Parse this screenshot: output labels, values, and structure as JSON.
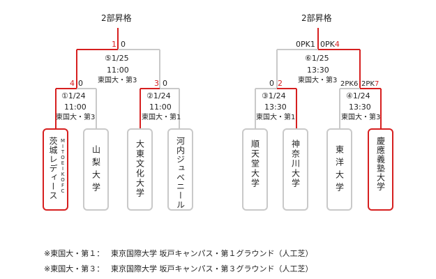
{
  "left": {
    "top_label": "2部昇格",
    "final": {
      "score_left": "1",
      "score_right": "0",
      "num_date": "⑤1/25",
      "time": "11:00",
      "venue": "東国大・第3"
    },
    "semi1": {
      "score_left": "4",
      "score_right": "0",
      "num_date": "①1/24",
      "time": "11:00",
      "venue": "東国大・第3"
    },
    "semi2": {
      "score_left": "3",
      "score_right": "0",
      "num_date": "②1/24",
      "time": "11:00",
      "venue": "東国大・第1"
    },
    "teams": [
      {
        "name": "茨城レディース",
        "sub": "MITOEIKOFC"
      },
      {
        "name": "山梨大学"
      },
      {
        "name": "大東文化大学"
      },
      {
        "name": "河内ジュベニール"
      }
    ]
  },
  "right": {
    "top_label": "2部昇格",
    "final": {
      "score_left": "0PK1",
      "score_right": "0PK4",
      "num_date": "⑥1/25",
      "time": "13:30",
      "venue": "東国大・第3"
    },
    "semi1": {
      "score_left": "0",
      "score_right": "2",
      "num_date": "③1/24",
      "time": "13:30",
      "venue": "東国大・第1"
    },
    "semi2": {
      "score_left": "2PK6",
      "score_right": "2PK7",
      "num_date": "④1/24",
      "time": "13:30",
      "venue": "東国大・第3"
    },
    "teams": [
      {
        "name": "順天堂大学"
      },
      {
        "name": "神奈川大学"
      },
      {
        "name": "東洋大学"
      },
      {
        "name": "慶應義塾大学"
      }
    ]
  },
  "footer": [
    {
      "label": "※東国大・第１：",
      "value": "東京国際大学 坂戸キャンパス・第１グラウンド（人工芝）"
    },
    {
      "label": "※東国大・第３：",
      "value": "東京国際大学 坂戸キャンパス・第３グラウンド（人工芝）"
    }
  ],
  "colors": {
    "win": "#d61f1f",
    "line": "#c9c9c9"
  }
}
